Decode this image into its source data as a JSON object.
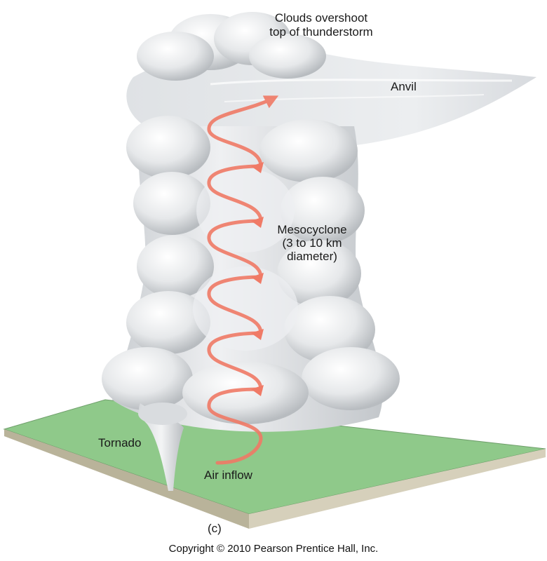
{
  "labels": {
    "clouds_line1": "Clouds overshoot",
    "clouds_line2": "top of thunderstorm",
    "anvil": "Anvil",
    "meso_line1": "Mesocyclone",
    "meso_line2": "(3 to 10 km",
    "meso_line3": "diameter)",
    "tornado": "Tornado",
    "air_inflow": "Air inflow",
    "panel": "(c)"
  },
  "copyright": "Copyright © 2010 Pearson Prentice Hall, Inc.",
  "colors": {
    "ground": "#8fc98a",
    "ground_edge": "#c8c2ad",
    "cloud": "#e9ebed",
    "cloud_shadow": "#b9bdc1",
    "spiral": "#f07a66"
  }
}
